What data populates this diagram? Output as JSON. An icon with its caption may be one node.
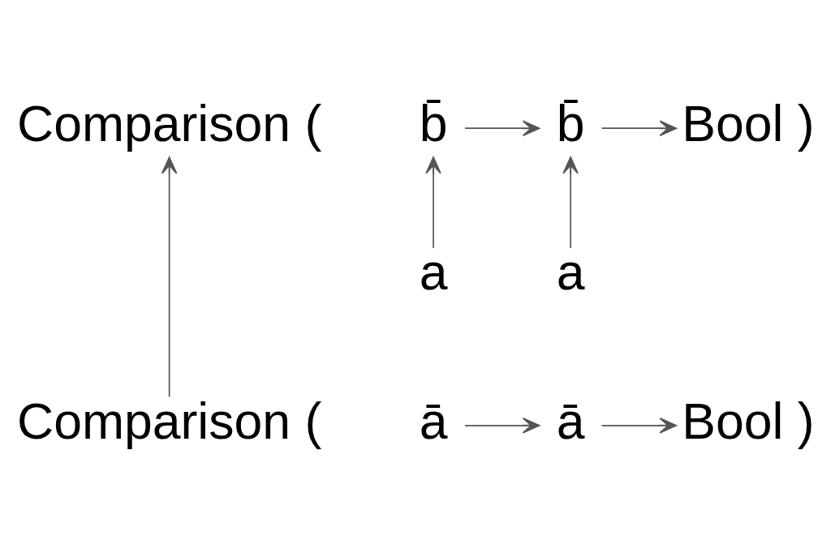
{
  "diagram": {
    "nodes": [
      {
        "text": [
          "Comparison ("
        ]
      },
      {
        "text": [
          "b̄"
        ]
      },
      {
        "text": [
          "b̄"
        ]
      },
      {
        "text": [
          "Bool )"
        ]
      },
      {
        "text": [
          "a"
        ]
      },
      {
        "text": [
          "a"
        ]
      },
      {
        "text": [
          "Comparison ("
        ]
      },
      {
        "text": [
          "ā"
        ]
      },
      {
        "text": [
          "ā"
        ]
      },
      {
        "text": [
          "Bool )"
        ]
      }
    ],
    "edges": [
      {
        "from": 1,
        "to": 2,
        "arrow": "to"
      },
      {
        "from": 2,
        "to": 3,
        "arrow": "to"
      },
      {
        "from": 6,
        "to": 0,
        "arrow": "to"
      },
      {
        "from": 4,
        "to": 1,
        "arrow": "to"
      },
      {
        "from": 5,
        "to": 2,
        "arrow": "to"
      },
      {
        "from": 7,
        "to": 8,
        "arrow": "to"
      },
      {
        "from": 8,
        "to": 9,
        "arrow": "to"
      }
    ]
  }
}
